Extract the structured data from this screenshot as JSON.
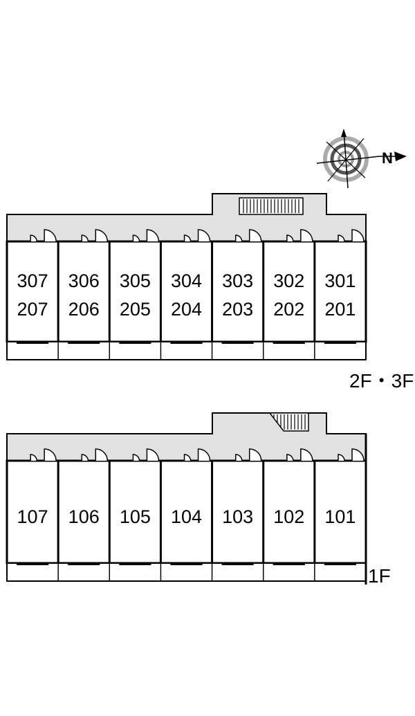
{
  "compass": {
    "north_label": "N"
  },
  "upper_floors": {
    "label": "2F・3F",
    "units_row1": [
      "307",
      "306",
      "305",
      "304",
      "303",
      "302",
      "301"
    ],
    "units_row2": [
      "207",
      "206",
      "205",
      "204",
      "203",
      "202",
      "201"
    ]
  },
  "ground_floor": {
    "label": "1F",
    "units": [
      "107",
      "106",
      "105",
      "104",
      "103",
      "102",
      "101"
    ]
  },
  "colors": {
    "corridor": "#e1e1e1",
    "wall": "#000000",
    "background": "#ffffff"
  }
}
